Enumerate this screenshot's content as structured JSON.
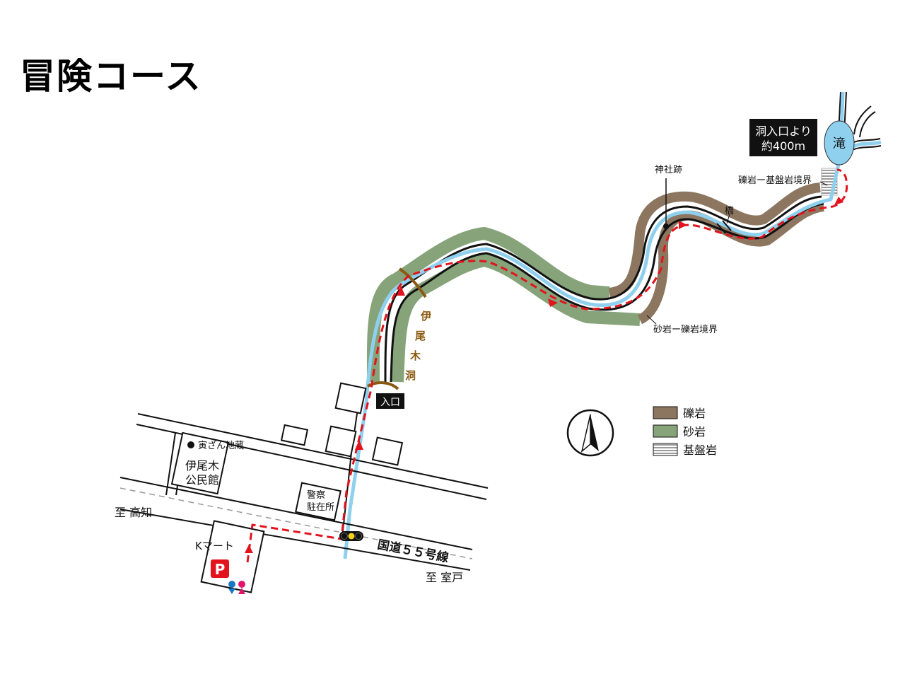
{
  "title": "冒険コース",
  "colors": {
    "conglomerate": "#8c7660",
    "sandstone": "#86a37a",
    "river": "#8fd0ee",
    "route": "#e2131d",
    "cave_mark": "#8b5a12",
    "parking": "#e2131d",
    "toilet_male": "#1b78c0",
    "toilet_female": "#e0166d"
  },
  "labels": {
    "cave_name": [
      "伊",
      "尾",
      "木",
      "洞"
    ],
    "entrance": "入口",
    "falls": "滝",
    "distance_line1": "洞入口より",
    "distance_line2": "約400m",
    "shrine_ruins": "神社跡",
    "bridge": "橋",
    "boundary_conglomerate_basement": "礫岩ー基盤岩境界",
    "boundary_sandstone_conglomerate": "砂岩ー礫岩境界",
    "jizo": "寅ざん地蔵",
    "community_hall_1": "伊尾木",
    "community_hall_2": "公民館",
    "police_1": "警察",
    "police_2": "駐在所",
    "to_kochi": "至 高知",
    "to_muroto": "至 室戸",
    "route55": "国道５５号線",
    "kmart": "Kマート",
    "parking_letter": "P"
  },
  "legend": [
    {
      "label": "礫岩",
      "color": "#8c7660",
      "pattern": "solid"
    },
    {
      "label": "砂岩",
      "color": "#86a37a",
      "pattern": "solid"
    },
    {
      "label": "基盤岩",
      "color": "#aaaaaa",
      "pattern": "stripes"
    }
  ],
  "compass": "north-arrow"
}
